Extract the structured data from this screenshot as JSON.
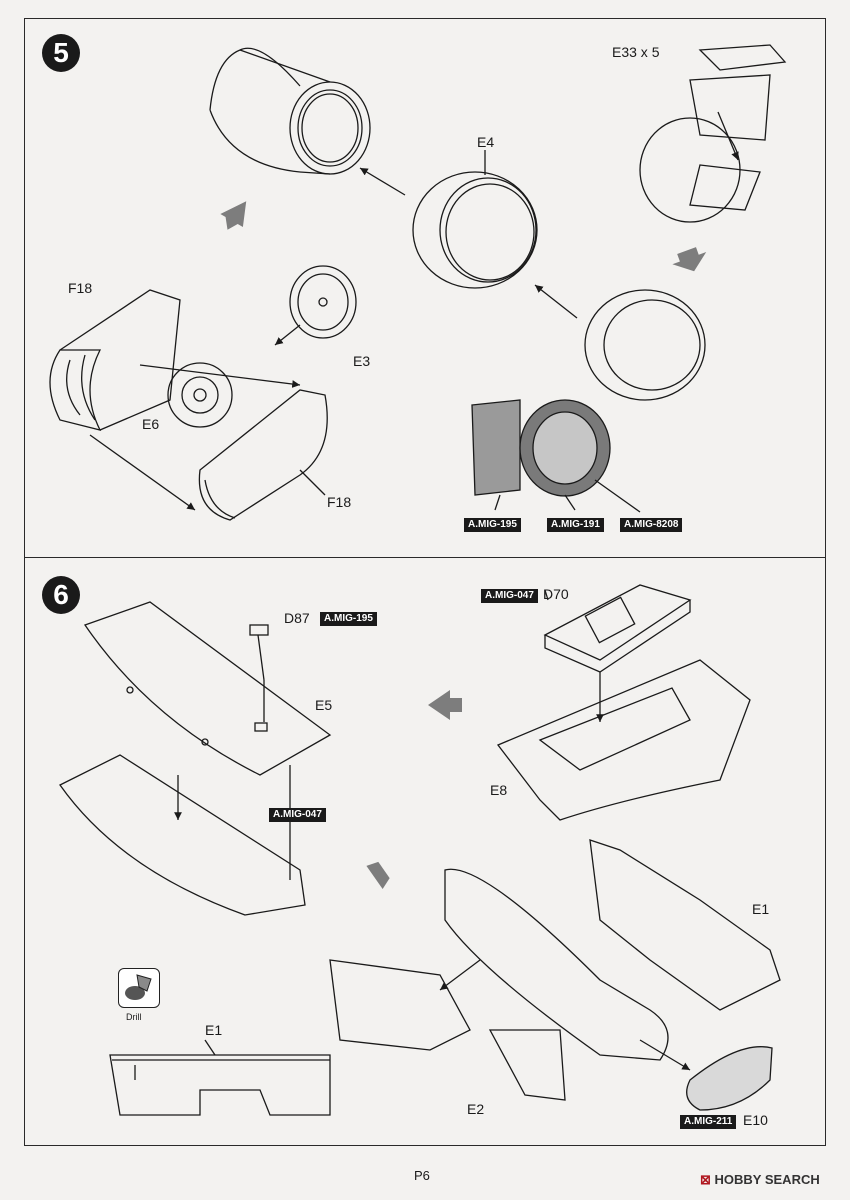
{
  "page": {
    "number": "P6"
  },
  "watermark": {
    "prefix": "H",
    "brand": "OBBY SEARCH",
    "full": "HOBBY SEARCH"
  },
  "step5": {
    "number": "5",
    "labels": {
      "e33": "E33 x 5",
      "e4": "E4",
      "f18_top": "F18",
      "e3": "E3",
      "e6": "E6",
      "f18_bottom": "F18"
    },
    "paints": [
      "A.MIG-195",
      "A.MIG-191",
      "A.MIG-8208"
    ]
  },
  "step6": {
    "number": "6",
    "labels": {
      "d87": "D87",
      "d70": "D70",
      "e5": "E5",
      "e8": "E8",
      "e1_right": "E1",
      "e1_left": "E1",
      "e2": "E2",
      "e10": "E10",
      "drill": "Drill"
    },
    "paints": {
      "d87": "A.MIG-195",
      "d70": "A.MIG-047",
      "e5": "A.MIG-047",
      "e10": "A.MIG-211"
    }
  },
  "colors": {
    "line": "#1a1a1a",
    "paper": "#f3f2f0",
    "shade": "#8a8a8a",
    "arrow": "#7d7d7d",
    "brand_red": "#b0171f"
  }
}
